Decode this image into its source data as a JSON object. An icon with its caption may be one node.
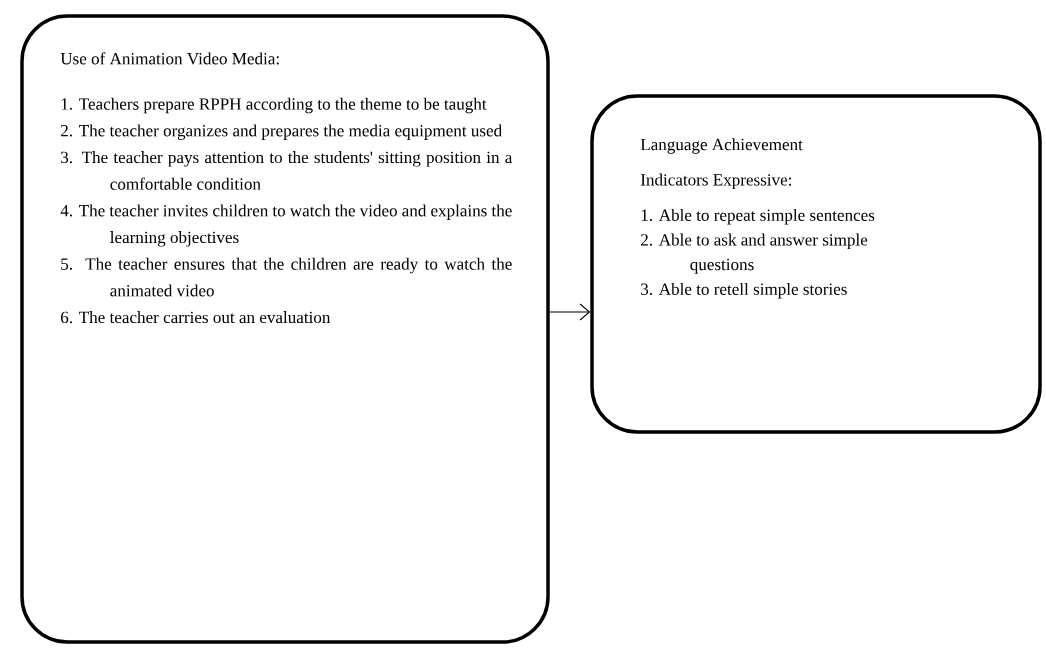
{
  "diagram": {
    "nodes": [
      {
        "text": [
          "Use of Animation Video Media:",
          "1. Teachers prepare RPPH according to the theme to be taught",
          "2. The teacher organizes and prepares the media equipment used",
          "3. The teacher pays attention to the students' sitting position in a comfortable condition",
          "4. The teacher invites children to watch the video and explains the learning objectives",
          "5. The teacher ensures that the children are ready to watch the animated video",
          "6. The teacher carries out an evaluation"
        ]
      },
      {
        "text": [
          "Language Achievement",
          "Indicators Expressive:",
          "1. Able to repeat simple sentences",
          "2. Able to ask and answer simple questions",
          "3. Able to retell simple stories"
        ]
      }
    ],
    "edges": [
      {
        "from": 0,
        "to": 1,
        "arrow": "to"
      }
    ]
  }
}
